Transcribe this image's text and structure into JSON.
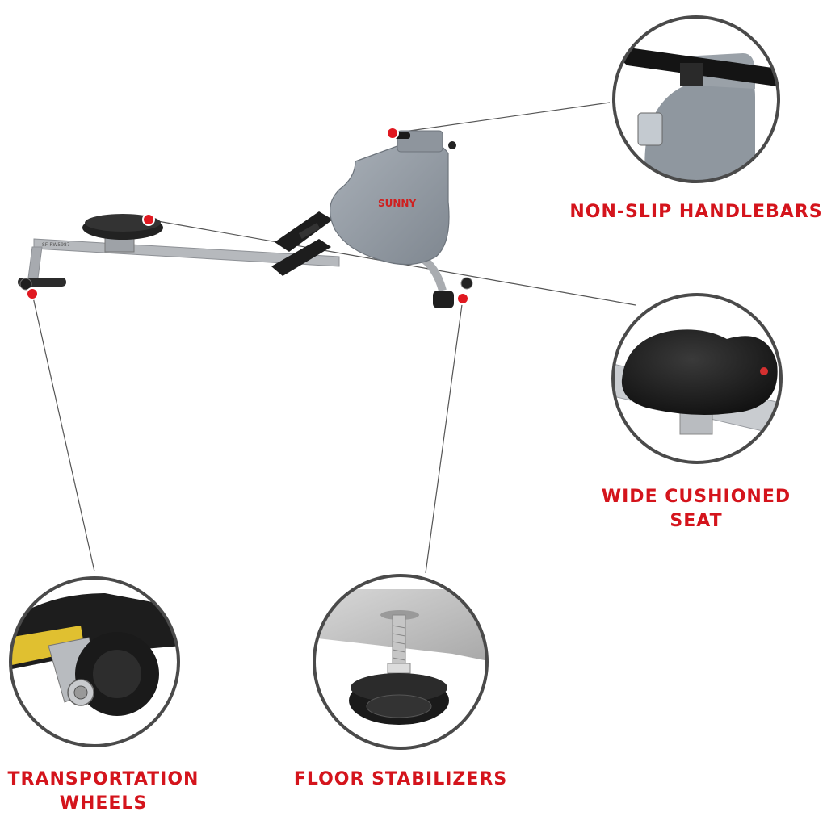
{
  "brand": {
    "logo_text": "SUNNY",
    "model_text": "SF-RW5987"
  },
  "features": {
    "handlebars": "NON-SLIP HANDLEBARS",
    "seat_line1": "WIDE CUSHIONED",
    "seat_line2": "SEAT",
    "wheels_line1": "TRANSPORTATION",
    "wheels_line2": "WHEELS",
    "stabilizers": "FLOOR STABILIZERS"
  },
  "colors": {
    "accent_red": "#d4141c",
    "frame_gray": "#a9acb1",
    "housing_gray": "#9097a0",
    "seat_black": "#1c1c1c",
    "hotspot_red": "#e01820"
  }
}
